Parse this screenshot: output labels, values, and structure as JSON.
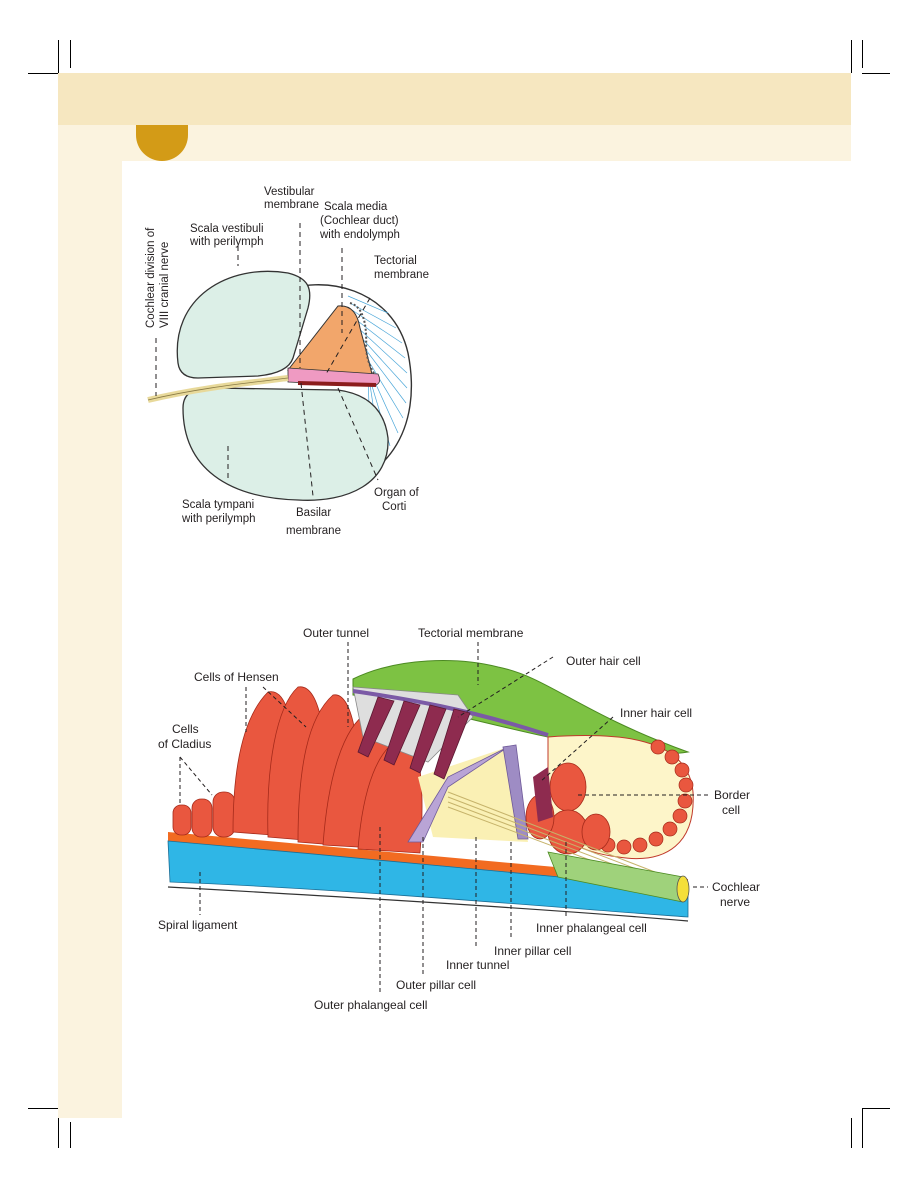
{
  "figure1": {
    "labels": {
      "cochlear_division": [
        "Cochlear division of",
        "VIII cranial nerve"
      ],
      "scala_vestibuli": [
        "Scala vestibuli",
        "with perilymph"
      ],
      "vestibular_membrane": [
        "Vestibular",
        "membrane"
      ],
      "scala_media": [
        "Scala media",
        "(Cochlear duct)",
        "with endolymph"
      ],
      "tectorial_membrane": [
        "Tectorial",
        "membrane"
      ],
      "scala_tympani": [
        "Scala tympani",
        "with perilymph"
      ],
      "basilar_membrane": [
        "Basilar",
        "membrane"
      ],
      "organ_of_corti": [
        "Organ of",
        "Corti"
      ]
    }
  },
  "figure2": {
    "labels": {
      "outer_tunnel": "Outer tunnel",
      "tectorial_membrane": "Tectorial membrane",
      "outer_hair_cell": "Outer hair cell",
      "cells_of_hensen": "Cells of Hensen",
      "inner_hair_cell": "Inner hair cell",
      "cells_of_cladius": [
        "Cells",
        "of Cladius"
      ],
      "border_cell": [
        "Border",
        "cell"
      ],
      "cochlear_nerve": [
        "Cochlear",
        "nerve"
      ],
      "spiral_ligament": "Spiral ligament",
      "inner_phalangeal_cell": "Inner phalangeal cell",
      "inner_pillar_cell": "Inner pillar cell",
      "inner_tunnel": "Inner tunnel",
      "outer_pillar_cell": "Outer pillar cell",
      "outer_phalangeal_cell": "Outer phalangeal cell"
    }
  },
  "colors": {
    "band": "#f6e7c0",
    "band_light": "#fbf3df",
    "badge": "#d39b17",
    "scala": "#dcefe7",
    "cell_red": "#e9573f",
    "tectorial_green": "#7dc243",
    "ligament_blue": "#2fb6e6"
  }
}
